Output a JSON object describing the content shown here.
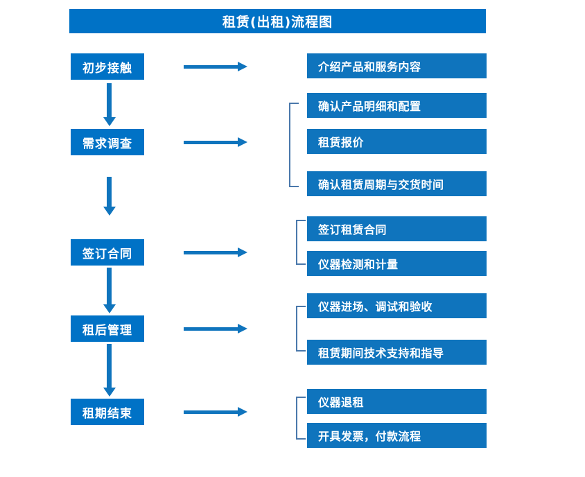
{
  "diagram": {
    "title": "租赁(出租)流程图",
    "colors": {
      "box_fill": "#0072c6",
      "detail_fill": "#0f74bd",
      "arrow": "#0f74bd",
      "bracket": "#4a78ab",
      "text": "#ffffff",
      "background": "#ffffff"
    },
    "stages": [
      {
        "label": "初步接触"
      },
      {
        "label": "需求调查"
      },
      {
        "label": "签订合同"
      },
      {
        "label": "租后管理"
      },
      {
        "label": "租期结束"
      }
    ],
    "details": [
      {
        "label": "介绍产品和服务内容"
      },
      {
        "label": "确认产品明细和配置"
      },
      {
        "label": "租赁报价"
      },
      {
        "label": "确认租赁周期与交货时间"
      },
      {
        "label": "签订租赁合同"
      },
      {
        "label": "仪器检测和计量"
      },
      {
        "label": "仪器进场、调试和验收"
      },
      {
        "label": "租赁期间技术支持和指导"
      },
      {
        "label": "仪器退租"
      },
      {
        "label": "开具发票，付款流程"
      }
    ]
  }
}
